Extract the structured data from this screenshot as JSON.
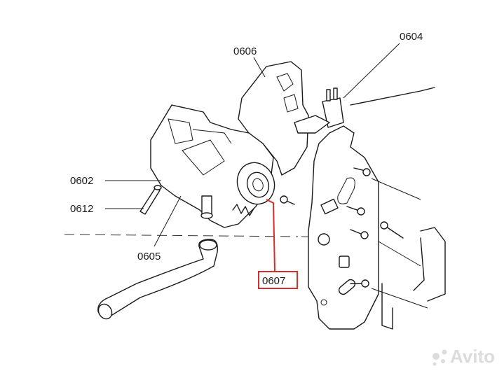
{
  "labels": {
    "p0604": "0604",
    "p0606": "0606",
    "p0602": "0602",
    "p0612": "0612",
    "p0605": "0605",
    "p0607": "0607"
  },
  "highlight": {
    "part": "0607",
    "color": "#d32f2f"
  },
  "watermark": {
    "text": "Avito"
  }
}
